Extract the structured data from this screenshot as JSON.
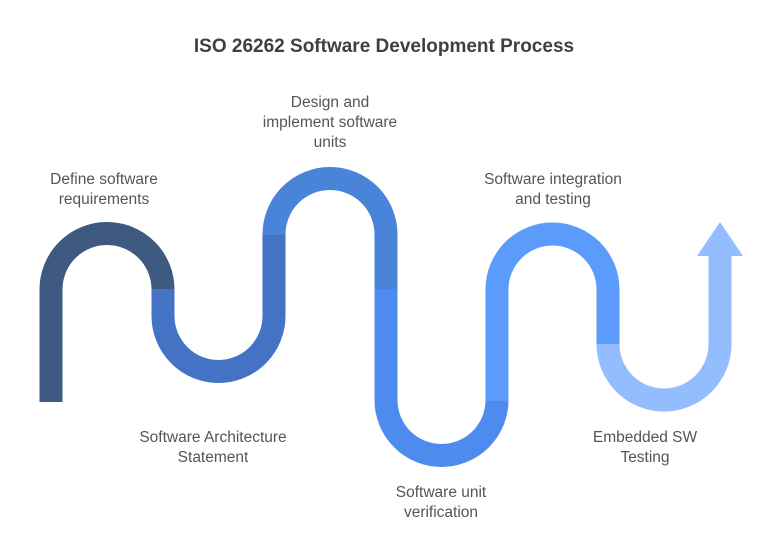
{
  "title": "ISO 26262 Software Development Process",
  "steps": [
    {
      "label_line1": "Define software",
      "label_line2": "requirements",
      "color": "#3e5a80"
    },
    {
      "label_line1": "Software Architecture",
      "label_line2": "Statement",
      "color": "#4472c4"
    },
    {
      "label_line1": "Design and",
      "label_line2": "implement software",
      "label_line3": "units",
      "color": "#4a84d8"
    },
    {
      "label_line1": "Software unit",
      "label_line2": "verification",
      "color": "#4d8cee"
    },
    {
      "label_line1": "Software integration",
      "label_line2": "and testing",
      "color": "#5a9bfb"
    },
    {
      "label_line1": "Embedded SW",
      "label_line2": "Testing",
      "color": "#94bdff"
    }
  ],
  "arrow": {
    "direction": "up",
    "color": "#94bdff"
  }
}
